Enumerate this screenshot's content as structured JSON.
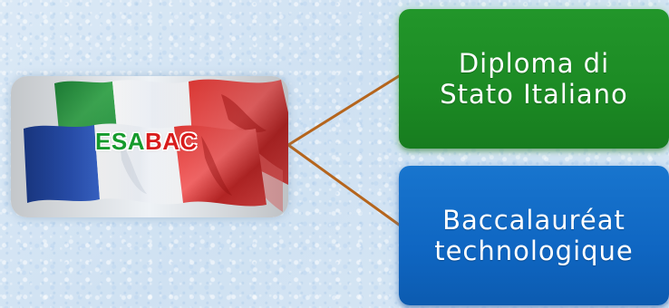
{
  "logo": {
    "label_parts": [
      "E",
      "S",
      "A",
      "B",
      "A",
      "C"
    ],
    "label_colors": [
      "#159a2c",
      "#159a2c",
      "#159a2c",
      "#d81c1c",
      "#d81c1c",
      "#d81c1c"
    ],
    "flags_shown": [
      "Italy",
      "France"
    ]
  },
  "connector_color": "#b5651d",
  "boxes": [
    {
      "id": "italian-diploma",
      "lines": [
        "Diploma di",
        "Stato Italiano"
      ],
      "color": "#1c8a24"
    },
    {
      "id": "french-baccalaureat",
      "lines": [
        "Baccalauréat",
        "technologique"
      ],
      "color": "#0f66c2"
    }
  ]
}
